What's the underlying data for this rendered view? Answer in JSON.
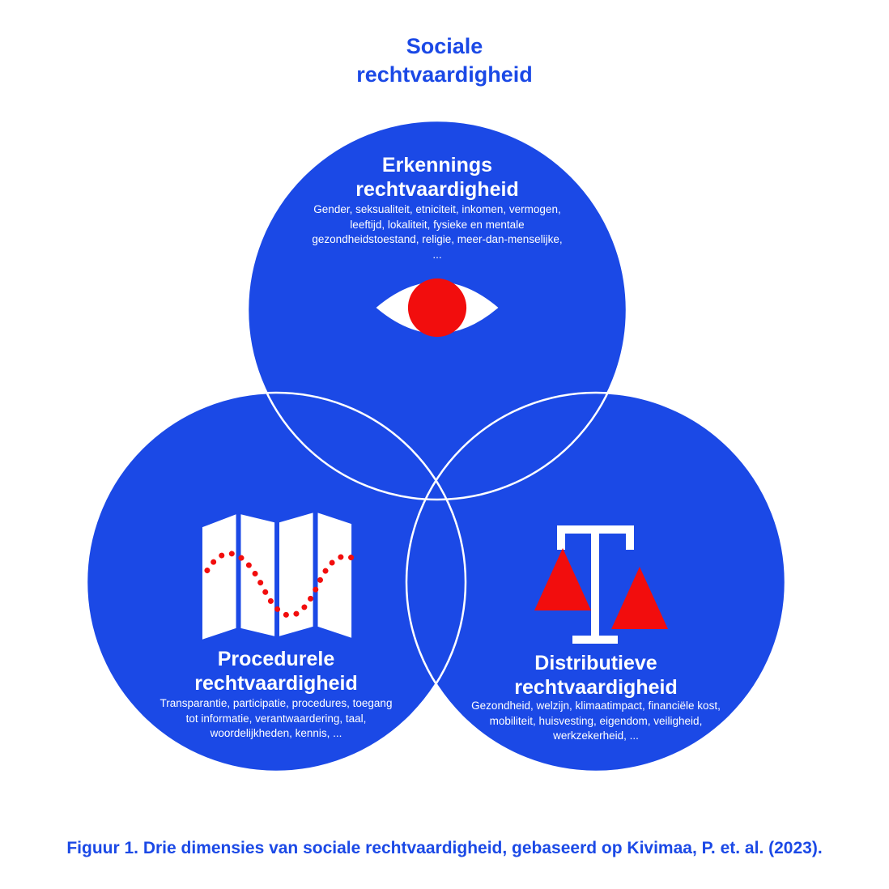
{
  "title": {
    "line1": "Sociale",
    "line2": "rechtvaardigheid"
  },
  "circles": {
    "top": {
      "heading_line1": "Erkennings",
      "heading_line2": "rechtvaardigheid",
      "details": "Gender, seksualiteit, etniciteit, inkomen, vermogen, leeftijd, lokaliteit, fysieke en mentale gezondheidstoestand, religie, meer-dan-menselijke, ...",
      "icon": "eye-icon"
    },
    "left": {
      "heading_line1": "Procedurele",
      "heading_line2": "rechtvaardigheid",
      "details": "Transparantie, participatie, procedures, toegang tot informatie, verantwaardering, taal, woordelijkheden, kennis, ...",
      "icon": "map-icon"
    },
    "right": {
      "heading_line1": "Distributieve",
      "heading_line2": "rechtvaardigheid",
      "details": "Gezondheid, welzijn, klimaatimpact, financiële kost, mobiliteit, huisvesting, eigendom, veiligheid, werkzekerheid, ...",
      "icon": "scale-icon"
    }
  },
  "caption": "Figuur 1. Drie dimensies van sociale rechtvaardigheid, gebaseerd op Kivimaa, P. et. al. (2023).",
  "colors": {
    "blue": "#1b49e6",
    "red": "#f20d0d",
    "white": "#ffffff"
  }
}
